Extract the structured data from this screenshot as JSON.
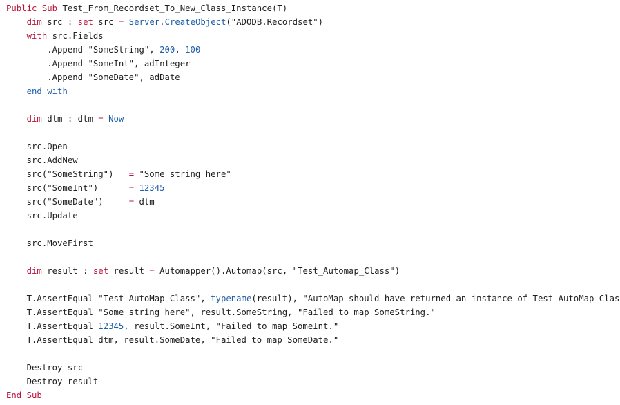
{
  "colors": {
    "background": "#ffffff",
    "keyword": "#b9163b",
    "builtin": "#1f5fa8",
    "number": "#1f5fa8",
    "text": "#1f1f1f"
  },
  "lines": [
    [
      {
        "t": "Public Sub",
        "c": "kw"
      },
      {
        "t": " Test_From_Recordset_To_New_Class_Instance(T)",
        "c": "plain"
      }
    ],
    [
      {
        "t": "    ",
        "c": "plain"
      },
      {
        "t": "dim",
        "c": "kw"
      },
      {
        "t": " src : ",
        "c": "plain"
      },
      {
        "t": "set",
        "c": "kw"
      },
      {
        "t": " src ",
        "c": "plain"
      },
      {
        "t": "=",
        "c": "kw"
      },
      {
        "t": " ",
        "c": "plain"
      },
      {
        "t": "Server",
        "c": "fn"
      },
      {
        "t": ".",
        "c": "plain"
      },
      {
        "t": "CreateObject",
        "c": "fn"
      },
      {
        "t": "(\"ADODB.Recordset\")",
        "c": "str"
      }
    ],
    [
      {
        "t": "    ",
        "c": "plain"
      },
      {
        "t": "with",
        "c": "kw"
      },
      {
        "t": " src.Fields",
        "c": "plain"
      }
    ],
    [
      {
        "t": "        .Append \"SomeString\", ",
        "c": "plain"
      },
      {
        "t": "200",
        "c": "num"
      },
      {
        "t": ", ",
        "c": "plain"
      },
      {
        "t": "100",
        "c": "num"
      }
    ],
    [
      {
        "t": "        .Append \"SomeInt\", adInteger",
        "c": "plain"
      }
    ],
    [
      {
        "t": "        .Append \"SomeDate\", adDate",
        "c": "plain"
      }
    ],
    [
      {
        "t": "    ",
        "c": "plain"
      },
      {
        "t": "end with",
        "c": "fn"
      }
    ],
    [
      {
        "t": "",
        "c": "plain"
      }
    ],
    [
      {
        "t": "    ",
        "c": "plain"
      },
      {
        "t": "dim",
        "c": "kw"
      },
      {
        "t": " dtm : dtm ",
        "c": "plain"
      },
      {
        "t": "=",
        "c": "kw"
      },
      {
        "t": " ",
        "c": "plain"
      },
      {
        "t": "Now",
        "c": "fn"
      }
    ],
    [
      {
        "t": "",
        "c": "plain"
      }
    ],
    [
      {
        "t": "    src.Open",
        "c": "plain"
      }
    ],
    [
      {
        "t": "    src.AddNew",
        "c": "plain"
      }
    ],
    [
      {
        "t": "    src(\"SomeString\")   ",
        "c": "plain"
      },
      {
        "t": "=",
        "c": "kw"
      },
      {
        "t": " \"Some string here\"",
        "c": "plain"
      }
    ],
    [
      {
        "t": "    src(\"SomeInt\")      ",
        "c": "plain"
      },
      {
        "t": "=",
        "c": "kw"
      },
      {
        "t": " ",
        "c": "plain"
      },
      {
        "t": "12345",
        "c": "num"
      }
    ],
    [
      {
        "t": "    src(\"SomeDate\")     ",
        "c": "plain"
      },
      {
        "t": "=",
        "c": "kw"
      },
      {
        "t": " dtm",
        "c": "plain"
      }
    ],
    [
      {
        "t": "    src.Update",
        "c": "plain"
      }
    ],
    [
      {
        "t": "",
        "c": "plain"
      }
    ],
    [
      {
        "t": "    src.MoveFirst",
        "c": "plain"
      }
    ],
    [
      {
        "t": "",
        "c": "plain"
      }
    ],
    [
      {
        "t": "    ",
        "c": "plain"
      },
      {
        "t": "dim",
        "c": "kw"
      },
      {
        "t": " result : ",
        "c": "plain"
      },
      {
        "t": "set",
        "c": "kw"
      },
      {
        "t": " result ",
        "c": "plain"
      },
      {
        "t": "=",
        "c": "kw"
      },
      {
        "t": " Automapper().Automap(src, \"Test_Automap_Class\")",
        "c": "plain"
      }
    ],
    [
      {
        "t": "",
        "c": "plain"
      }
    ],
    [
      {
        "t": "    T.AssertEqual \"Test_AutoMap_Class\", ",
        "c": "plain"
      },
      {
        "t": "typename",
        "c": "fn"
      },
      {
        "t": "(result), \"AutoMap should have returned an instance of Test_AutoMap_Class.\"",
        "c": "plain"
      }
    ],
    [
      {
        "t": "    T.AssertEqual \"Some string here\", result.SomeString, \"Failed to map SomeString.\"",
        "c": "plain"
      }
    ],
    [
      {
        "t": "    T.AssertEqual ",
        "c": "plain"
      },
      {
        "t": "12345",
        "c": "num"
      },
      {
        "t": ", result.SomeInt, \"Failed to map SomeInt.\"",
        "c": "plain"
      }
    ],
    [
      {
        "t": "    T.AssertEqual dtm, result.SomeDate, \"Failed to map SomeDate.\"",
        "c": "plain"
      }
    ],
    [
      {
        "t": "",
        "c": "plain"
      }
    ],
    [
      {
        "t": "    Destroy src",
        "c": "plain"
      }
    ],
    [
      {
        "t": "    Destroy result",
        "c": "plain"
      }
    ],
    [
      {
        "t": "End Sub",
        "c": "kw"
      }
    ]
  ]
}
